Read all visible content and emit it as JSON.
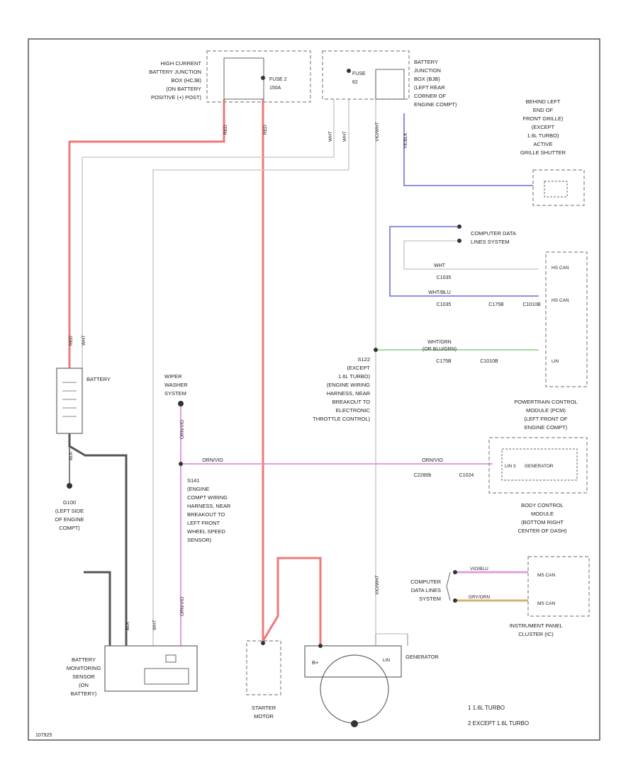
{
  "components": {
    "hc_bjb": [
      "HIGH CURRENT",
      "BATTERY JUNCTION",
      "BOX (HCJB)",
      "(ON BATTERY",
      "POSITIVE (+) POST)"
    ],
    "fuse2": [
      "FUSE 2",
      "150A"
    ],
    "bjb_fuse": [
      "FUSE",
      "62"
    ],
    "bjb": [
      "BATTERY",
      "JUNCTION",
      "BOX (BJB)",
      "(LEFT REAR",
      "CORNER OF",
      "ENGINE COMPT)"
    ],
    "behind_grille": [
      "BEHIND LEFT",
      "END OF",
      "FRONT GRILLE)",
      "(EXCEPT",
      "1.6L TURBO)",
      "ACTIVE",
      "GRILLE SHUTTER"
    ],
    "comp_data_1": [
      "COMPUTER DATA",
      "LINES SYSTEM"
    ],
    "comp_data_2": [
      "COMPUTER",
      "DATA LINES",
      "SYSTEM"
    ],
    "pcm": [
      "POWERTRAIN CONTROL",
      "MODULE (PCM)",
      "(LEFT FRONT OF",
      "ENGINE COMPT)"
    ],
    "pcm_pins": [
      "HS CAN",
      "HS CAN",
      "LIN"
    ],
    "bcm": [
      "BODY CONTROL",
      "MODULE",
      "(BOTTOM RIGHT",
      "CENTER OF DASH)"
    ],
    "bcm_pin": [
      "LIN 3",
      "GENERATOR"
    ],
    "ipc": [
      "INSTRUMENT PANEL",
      "CLUSTER (IC)"
    ],
    "ipc_pins": [
      "MS CAN",
      "MS CAN"
    ],
    "battery": "BATTERY",
    "wiper": [
      "WIPER",
      "WASHER",
      "SYSTEM"
    ],
    "ground": [
      "G100",
      "(LEFT SIDE",
      "OF ENGINE",
      "COMPT)"
    ],
    "splice_s141": [
      "S141",
      "(ENGINE",
      "COMPT WIRING",
      "HARNESS, NEAR",
      "BREAKOUT TO",
      "LEFT FRONT",
      "WHEEL SPEED",
      "SENSOR)"
    ],
    "splice_s122": [
      "S122",
      "(EXCEPT",
      "1.6L TURBO)",
      "(ENGINE WIRING",
      "HARNESS, NEAR",
      "BREAKOUT TO",
      "ELECTRONIC",
      "THROTTLE CONTROL)"
    ],
    "bms": [
      "BATTERY",
      "MONITORING",
      "SENSOR",
      "(ON",
      "BATTERY)"
    ],
    "starter": [
      "STARTER",
      "MOTOR"
    ],
    "generator": "GENERATOR",
    "gen_terminal": "B+",
    "gen_pin": "LIN"
  },
  "wire_labels": {
    "wht_blu": "WHT/BLU",
    "wht_grn": "WHT/GRN",
    "org_blu": "(OR BLU/GRN)",
    "ve_wht": "VIO/WHT",
    "ye_blk": "YE/BLK",
    "orn": "ORN/VIO",
    "gry_org": "GRY/ORN",
    "vio_blu": "VIO/BLU",
    "blk": "BLK",
    "wht": "WHT",
    "red": "RED"
  },
  "connectors": [
    "C1035",
    "C1035",
    "C175B",
    "C1010B",
    "C175B",
    "C1010B",
    "C2280b",
    "C1024"
  ],
  "legend": [
    "1  1.6L TURBO",
    "2  EXCEPT 1.6L TURBO"
  ],
  "footer_code": "107925"
}
